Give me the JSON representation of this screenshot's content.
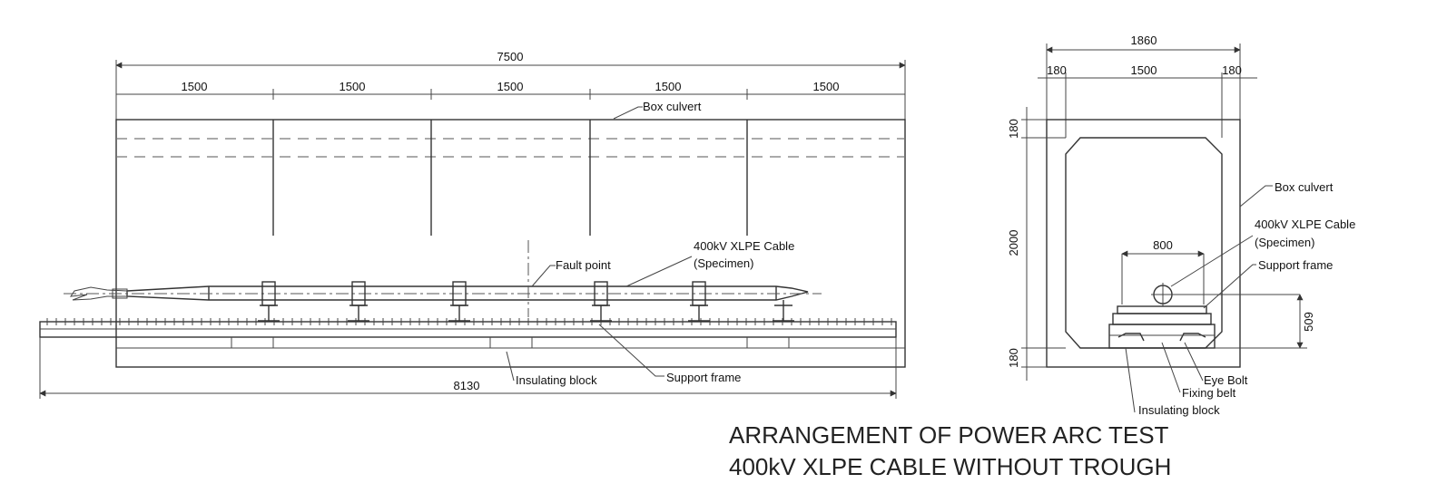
{
  "side_view": {
    "dim_total": "7500",
    "dim_segments": [
      "1500",
      "1500",
      "1500",
      "1500",
      "1500"
    ],
    "dim_length": "8130",
    "labels": {
      "box_culvert": "Box culvert",
      "fault_point": "Fault point",
      "cable": "400kV XLPE Cable",
      "specimen": "(Specimen)",
      "insulating_block": "Insulating block",
      "support_frame": "Support frame"
    }
  },
  "section_view": {
    "dim_width": "1860",
    "dim_wall_left": "180",
    "dim_inner": "1500",
    "dim_wall_right": "180",
    "dim_top": "180",
    "dim_height": "2000",
    "dim_bottom": "180",
    "dim_frame": "800",
    "dim_cable_height": "509",
    "labels": {
      "box_culvert": "Box culvert",
      "cable": "400kV XLPE Cable",
      "specimen": "(Specimen)",
      "support_frame": "Support frame",
      "eye_bolt": "Eye Bolt",
      "fixing_belt": "Fixing belt",
      "insulating_block": "Insulating block"
    }
  },
  "title": {
    "line1": "ARRANGEMENT OF POWER ARC TEST",
    "line2": "400kV XLPE CABLE WITHOUT TROUGH"
  }
}
